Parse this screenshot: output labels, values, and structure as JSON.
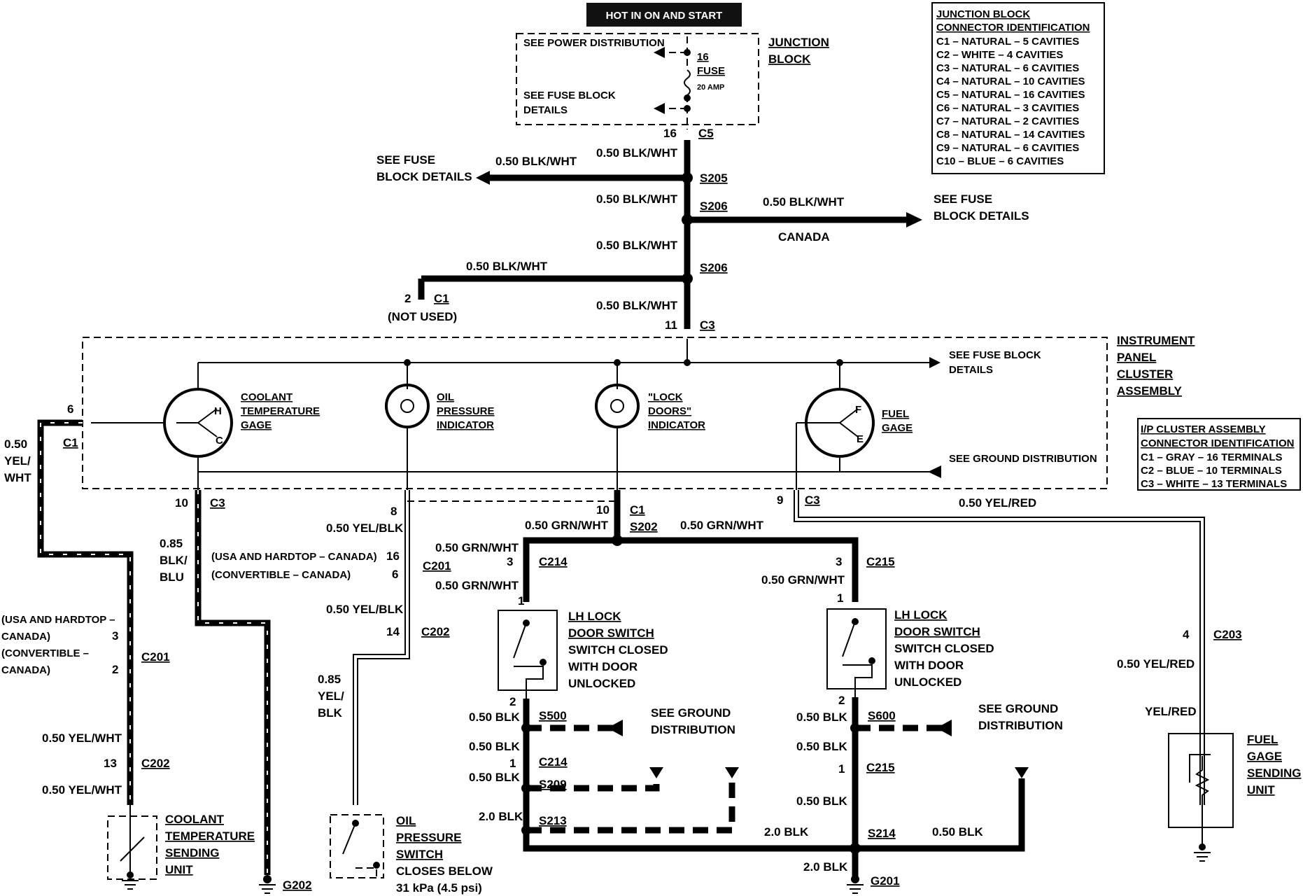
{
  "header": {
    "hot_label": "HOT IN ON AND START"
  },
  "junction_block": {
    "title": [
      "JUNCTION",
      "BLOCK"
    ],
    "see_power": "SEE POWER DISTRIBUTION",
    "see_fuse_details": [
      "SEE FUSE BLOCK",
      "DETAILS"
    ],
    "fuse_num": "16",
    "fuse_word": "FUSE",
    "fuse_amp": "20 AMP",
    "pin": "16",
    "connector": "C5"
  },
  "jb_connector_id": {
    "title": [
      "JUNCTION BLOCK",
      "CONNECTOR IDENTIFICATION"
    ],
    "rows": [
      "C1 – NATURAL – 5 CAVITIES",
      "C2 – WHITE – 4 CAVITIES",
      "C3 – NATURAL – 6 CAVITIES",
      "C4 – NATURAL – 10 CAVITIES",
      "C5 – NATURAL – 16 CAVITIES",
      "C6 – NATURAL – 3 CAVITIES",
      "C7 – NATURAL – 2 CAVITIES",
      "C8 – NATURAL – 14 CAVITIES",
      "C9 – NATURAL – 6 CAVITIES",
      "C10 – BLUE – 6 CAVITIES"
    ]
  },
  "ip_connector_id": {
    "title": [
      "I/P CLUSTER ASSEMBLY",
      "CONNECTOR IDENTIFICATION"
    ],
    "rows": [
      "C1 – GRAY – 16 TERMINALS",
      "C2 – BLUE – 10 TERMINALS",
      "C3 – WHITE – 13 TERMINALS"
    ]
  },
  "trunk": {
    "wire": "0.50 BLK/WHT",
    "s205": "S205",
    "s206a": "S206",
    "s206b": "S206",
    "see_fuse_left": [
      "SEE FUSE",
      "BLOCK DETAILS"
    ],
    "see_fuse_right": [
      "SEE FUSE",
      "BLOCK DETAILS"
    ],
    "canada": "CANADA",
    "c1_pin": "2",
    "c1": "C1",
    "not_used": "(NOT USED)",
    "c3_pin": "11",
    "c3": "C3"
  },
  "cluster": {
    "title": [
      "INSTRUMENT",
      "PANEL",
      "CLUSTER",
      "ASSEMBLY"
    ],
    "see_fuse": [
      "SEE FUSE BLOCK",
      "DETAILS"
    ],
    "see_ground": "SEE GROUND DISTRIBUTION",
    "coolant_gage": [
      "COOLANT",
      "TEMPERATURE",
      "GAGE"
    ],
    "oil_indicator": [
      "OIL",
      "PRESSURE",
      "INDICATOR"
    ],
    "lock_indicator": [
      "\"LOCK",
      "DOORS\"",
      "INDICATOR"
    ],
    "fuel_gage": [
      "FUEL",
      "GAGE"
    ],
    "h": "H",
    "c": "C",
    "f": "F",
    "e": "E",
    "left_pin": "6",
    "left_conn": "C1"
  },
  "coolant_circuit": {
    "wire_a": [
      "0.50",
      "YEL/",
      "WHT"
    ],
    "variant": [
      "(USA AND HARDTOP –",
      "CANADA)",
      "(CONVERTIBLE –",
      "CANADA)"
    ],
    "pin3": "3",
    "pin2": "2",
    "c201": "C201",
    "wire_b": "0.50 YEL/WHT",
    "pin13": "13",
    "c202": "C202",
    "wire_c": "0.50 YEL/WHT",
    "unit": [
      "COOLANT",
      "TEMPERATURE",
      "SENDING",
      "UNIT"
    ]
  },
  "ground_circuit": {
    "pin": "10",
    "conn": "C3",
    "wire": [
      "0.85",
      "BLK/",
      "BLU"
    ],
    "ground": "G202"
  },
  "oil_circuit": {
    "pin8": "8",
    "wire_a": "0.50 YEL/BLK",
    "variant": [
      "(USA AND HARDTOP – CANADA)",
      "(CONVERTIBLE – CANADA)"
    ],
    "pin16": "16",
    "pin6": "6",
    "c201": "C201",
    "wire_b": "0.50 YEL/BLK",
    "pin14": "14",
    "c202": "C202",
    "wire_c": [
      "0.85",
      "YEL/",
      "BLK"
    ],
    "switch": [
      "OIL",
      "PRESSURE",
      "SWITCH",
      "CLOSES BELOW",
      "31 kPa (4.5 psi)"
    ]
  },
  "lock_circuit": {
    "pin10": "10",
    "c1": "C1",
    "s202": "S202",
    "wire_main": "0.50 GRN/WHT",
    "left": {
      "wire_a": "0.50 GRN/WHT",
      "pin3": "3",
      "conn": "C214",
      "wire_b": "0.50 GRN/WHT",
      "pin1": "1",
      "switch": [
        "LH LOCK",
        "DOOR SWITCH",
        "SWITCH CLOSED",
        "WITH DOOR",
        "UNLOCKED"
      ],
      "pin2": "2",
      "wire_c": "0.50 BLK",
      "splice": "S500",
      "see_ground": [
        "SEE GROUND",
        "DISTRIBUTION"
      ],
      "wire_d": "0.50 BLK",
      "pin1b": "1",
      "conn2": "C214",
      "wire_e": "0.50 BLK",
      "s209": "S209",
      "wire_f": "2.0 BLK",
      "s213": "S213"
    },
    "right": {
      "pin3": "3",
      "conn": "C215",
      "wire_b": "0.50 GRN/WHT",
      "pin1": "1",
      "switch": [
        "LH LOCK",
        "DOOR SWITCH",
        "SWITCH CLOSED",
        "WITH DOOR",
        "UNLOCKED"
      ],
      "pin2": "2",
      "wire_c": "0.50 BLK",
      "splice": "S600",
      "see_ground": [
        "SEE GROUND",
        "DISTRIBUTION"
      ],
      "wire_d": "0.50 BLK",
      "pin1b": "1",
      "conn2": "C215",
      "wire_e": "0.50 BLK",
      "wire_f": "2.0 BLK",
      "s214": "S214",
      "wire_g": "0.50 BLK",
      "wire_h": "2.0 BLK",
      "ground": "G201"
    }
  },
  "fuel_circuit": {
    "pin9": "9",
    "conn": "C3",
    "wire_a": "0.50 YEL/RED",
    "pin4": "4",
    "c203": "C203",
    "wire_b": "0.50 YEL/RED",
    "wire_c": "YEL/RED",
    "unit": [
      "FUEL",
      "GAGE",
      "SENDING",
      "UNIT"
    ]
  }
}
